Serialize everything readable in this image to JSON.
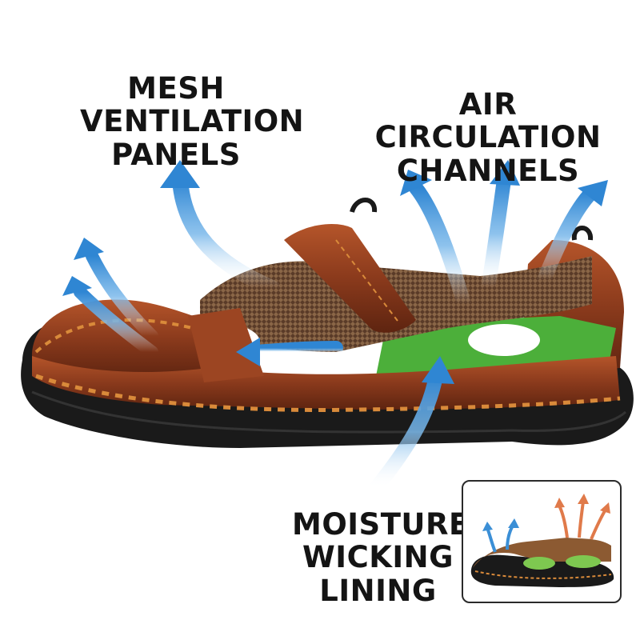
{
  "labels": {
    "mesh": [
      "MESH",
      "VENTILATION",
      "PANELS"
    ],
    "air": [
      "AIR CIRCULATION",
      "CHANNELS"
    ],
    "moisture": [
      "MOISTURE",
      "WICKING",
      "LINING"
    ]
  },
  "colors": {
    "leather": "#8a3a1c",
    "leather_dark": "#5e2410",
    "stitch": "#d98a3a",
    "sole": "#1a1a1a",
    "mesh": "#6b4a35",
    "lining": "#4caf3a",
    "arrow": "#3b8fd6",
    "arrow_light": "#bcdcf6",
    "warm_arrow": "#e07a4a"
  },
  "icons": {
    "airflow": "airflow-arrow-icon",
    "inset": "sandal-thumbnail"
  }
}
